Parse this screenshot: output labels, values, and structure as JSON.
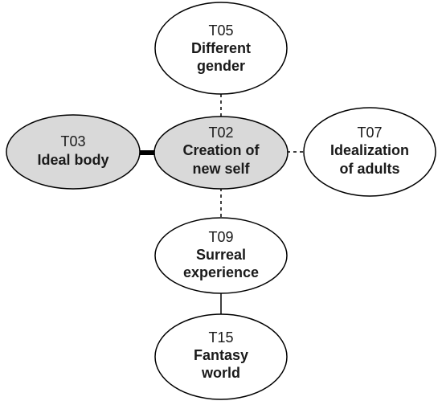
{
  "nodes": {
    "t05": {
      "code": "T05",
      "title_line1": "Different",
      "title_line2": "gender",
      "fill": "#ffffff"
    },
    "t03": {
      "code": "T03",
      "title_line1": "Ideal body",
      "fill": "#d9d9d9"
    },
    "t02": {
      "code": "T02",
      "title_line1": "Creation of",
      "title_line2": "new self",
      "fill": "#d9d9d9"
    },
    "t07": {
      "code": "T07",
      "title_line1": "Idealization",
      "title_line2": "of adults",
      "fill": "#ffffff"
    },
    "t09": {
      "code": "T09",
      "title_line1": "Surreal",
      "title_line2": "experience",
      "fill": "#ffffff"
    },
    "t15": {
      "code": "T15",
      "title_line1": "Fantasy",
      "title_line2": "world",
      "fill": "#ffffff"
    }
  },
  "edges": [
    {
      "from": "T02",
      "to": "T05",
      "style": "dashed"
    },
    {
      "from": "T02",
      "to": "T03",
      "style": "thick"
    },
    {
      "from": "T02",
      "to": "T07",
      "style": "dashed"
    },
    {
      "from": "T02",
      "to": "T09",
      "style": "dashed"
    },
    {
      "from": "T09",
      "to": "T15",
      "style": "solid"
    }
  ],
  "colors": {
    "stroke": "#000000",
    "highlight_fill": "#d9d9d9",
    "default_fill": "#ffffff"
  }
}
